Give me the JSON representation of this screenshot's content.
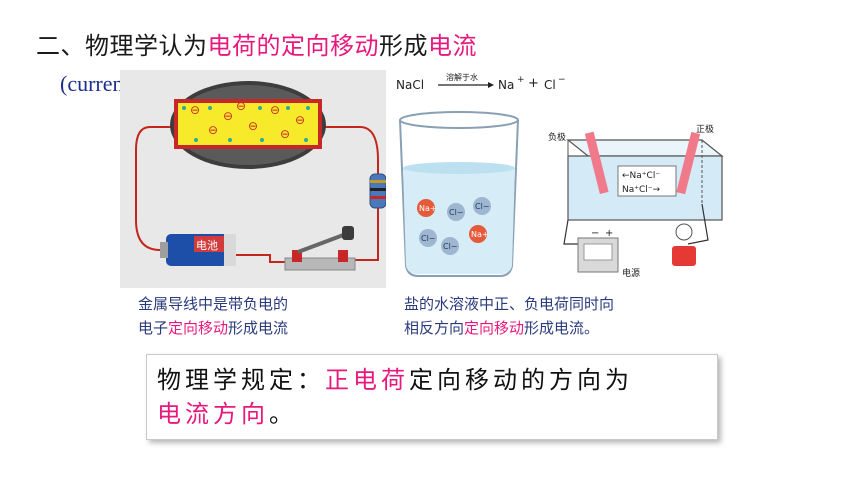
{
  "title": {
    "part1": "二、物理学认为",
    "highlight1": "电荷的定向移动",
    "part2": "形成",
    "highlight2": "电流"
  },
  "subtitle": "(current)。",
  "left_figure": {
    "battery_label": "电池",
    "charge_symbol": "⊖"
  },
  "right_figure": {
    "equation": {
      "reactant": "NaCl",
      "arrow_label": "溶解于水",
      "product1": "Na",
      "product1_charge": "+",
      "plus": "+",
      "product2": "Cl",
      "product2_charge": "−"
    },
    "beaker_ions": [
      "Na+",
      "Cl−",
      "Cl−",
      "Cl−",
      "Cl−",
      "Na+"
    ],
    "cell": {
      "negative_label": "负极",
      "positive_label": "正极",
      "ion_row1": "←Na⁺Cl⁻",
      "ion_row2": "Na⁺Cl⁻→",
      "source_label": "电源",
      "minus_sign": "−",
      "plus_sign": "+"
    }
  },
  "caption_left": {
    "line1": "金属导线中是带负电的",
    "line2_prefix": "电子",
    "line2_highlight": "定向移动",
    "line2_suffix": "形成电流"
  },
  "caption_right": {
    "line1": "盐的水溶液中正、负电荷同时向",
    "line2_prefix": "相反方向",
    "line2_highlight": "定向移动",
    "line2_suffix": "形成电流。"
  },
  "rule": {
    "prefix": "物理学规定：",
    "highlight1": "正电荷",
    "middle": "定向移动的方向为",
    "highlight2": "电流方向",
    "suffix": "。"
  },
  "colors": {
    "highlight": "#e8197e",
    "caption": "#2a3a7c",
    "subtitle": "#1c2f8f"
  }
}
